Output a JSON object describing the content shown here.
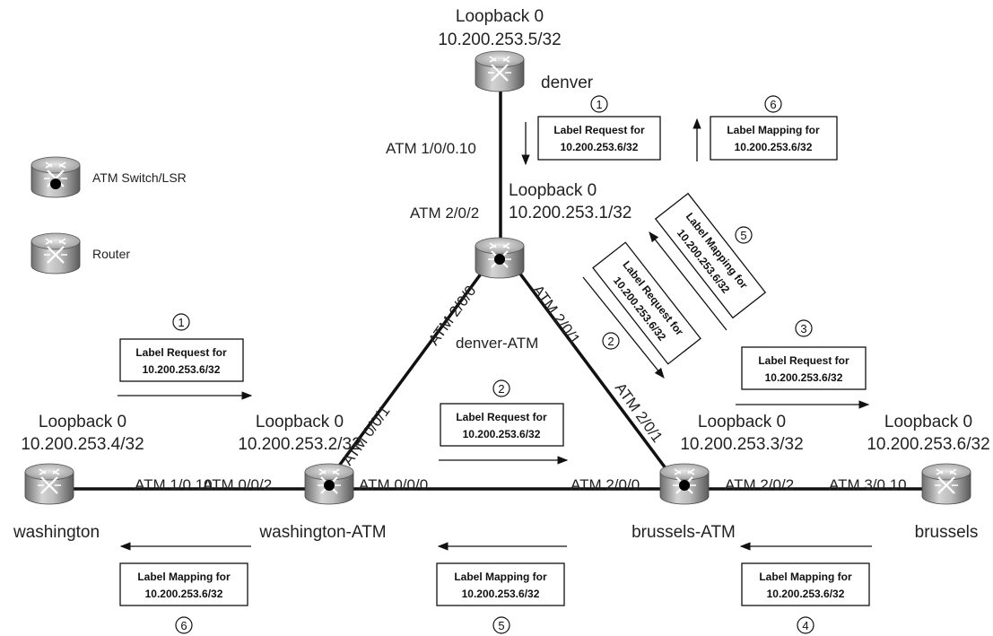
{
  "legend": {
    "atm_switch_label": "ATM Switch/LSR",
    "router_label": "Router"
  },
  "nodes": {
    "denver": {
      "name": "denver",
      "loopback": "Loopback 0",
      "address": "10.200.253.5/32"
    },
    "denver_atm": {
      "name": "denver-ATM",
      "loopback": "Loopback 0",
      "address": "10.200.253.1/32"
    },
    "washington": {
      "name": "washington",
      "loopback": "Loopback 0",
      "address": "10.200.253.4/32"
    },
    "washington_atm": {
      "name": "washington-ATM",
      "loopback": "Loopback 0",
      "address": "10.200.253.2/32"
    },
    "brussels_atm": {
      "name": "brussels-ATM",
      "loopback": "Loopback 0",
      "address": "10.200.253.3/32"
    },
    "brussels": {
      "name": "brussels",
      "loopback": "Loopback 0",
      "address": "10.200.253.6/32"
    }
  },
  "interfaces": {
    "denver_down": "ATM 1/0/0.10",
    "denver_atm_up": "ATM 2/0/2",
    "denver_atm_left": "ATM 2/0/0",
    "denver_atm_right": "ATM 2/0/1",
    "washington_atm_up": "ATM 0/0/1",
    "brussels_atm_up": "ATM 2/0/1",
    "washington_right": "ATM 1/0.10",
    "washington_atm_left": "ATM 0/0/2",
    "washington_atm_right": "ATM 0/0/0",
    "brussels_atm_left": "ATM 2/0/0",
    "brussels_atm_right": "ATM 2/0/2",
    "brussels_left": "ATM 3/0.10"
  },
  "messages": {
    "request_line1": "Label Request for",
    "mapping_line1": "Label Mapping for",
    "prefix": "10.200.253.6/32"
  },
  "steps": {
    "s1": "1",
    "s2": "2",
    "s3": "3",
    "s4": "4",
    "s5": "5",
    "s6": "6"
  }
}
